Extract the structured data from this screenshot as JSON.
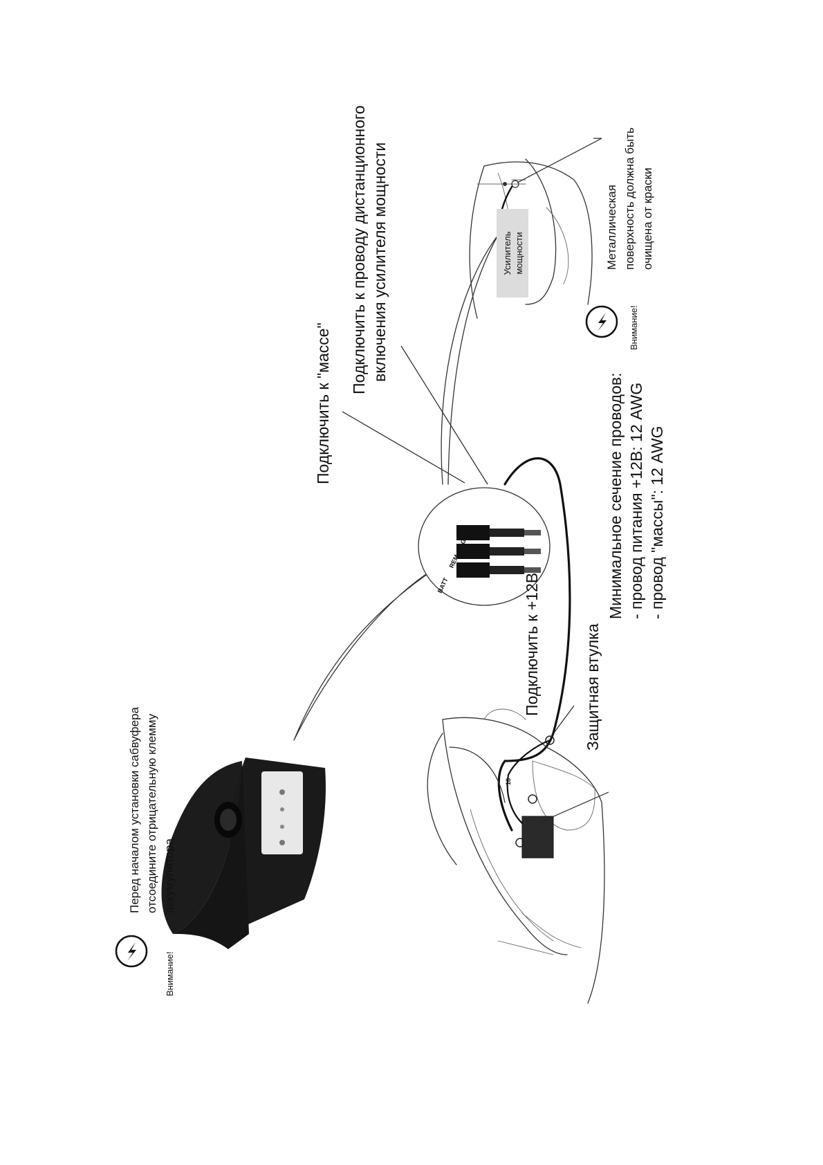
{
  "labels": {
    "ground": "Подключить к \"массе\"",
    "remote_line1": "Подключить к проводу дистанционного",
    "remote_line2": "включения усилителя мощности",
    "power": "Подключить к +12В",
    "grommet": "Защитная втулка",
    "wire_title": "Минимальное сечение проводов:",
    "wire_power": "- провод питания +12В: 12 AWG",
    "wire_ground": "- провод \"массы\": 12 AWG",
    "amp_line1": "Усилитель",
    "amp_line2": "мощности",
    "metal_line1": "Металлическая",
    "metal_line2": "поверхность должна быть",
    "metal_line3": "очищена от краски",
    "battery_line1": "Перед началом установки сабвуфера",
    "battery_line2": "отсоедините отрицательную клемму",
    "battery_line3": "аккумулятора",
    "attention": "Внимание!",
    "terminals": [
      "BATT",
      "REM",
      "GND"
    ],
    "fuse_mark": "18"
  },
  "colors": {
    "ink": "#111111",
    "amp_box": "#dcdcdc",
    "subwoofer": "#1a1a1a",
    "panel": "#e8e8e8"
  },
  "icons": [
    "warning-lightning-icon"
  ]
}
